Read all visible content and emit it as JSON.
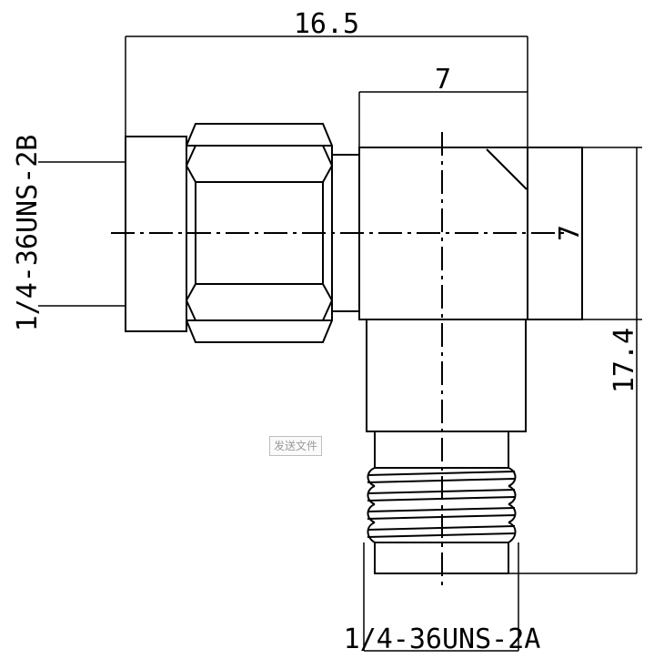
{
  "dimensions": {
    "overall_length": "16.5",
    "body_width": "7",
    "body_height": "7",
    "overall_height": "17.4"
  },
  "threads": {
    "male_thread": "1/4-36UNS-2B",
    "female_thread": "1/4-36UNS-2A"
  },
  "overlay": {
    "send_file_label": "发送文件"
  }
}
